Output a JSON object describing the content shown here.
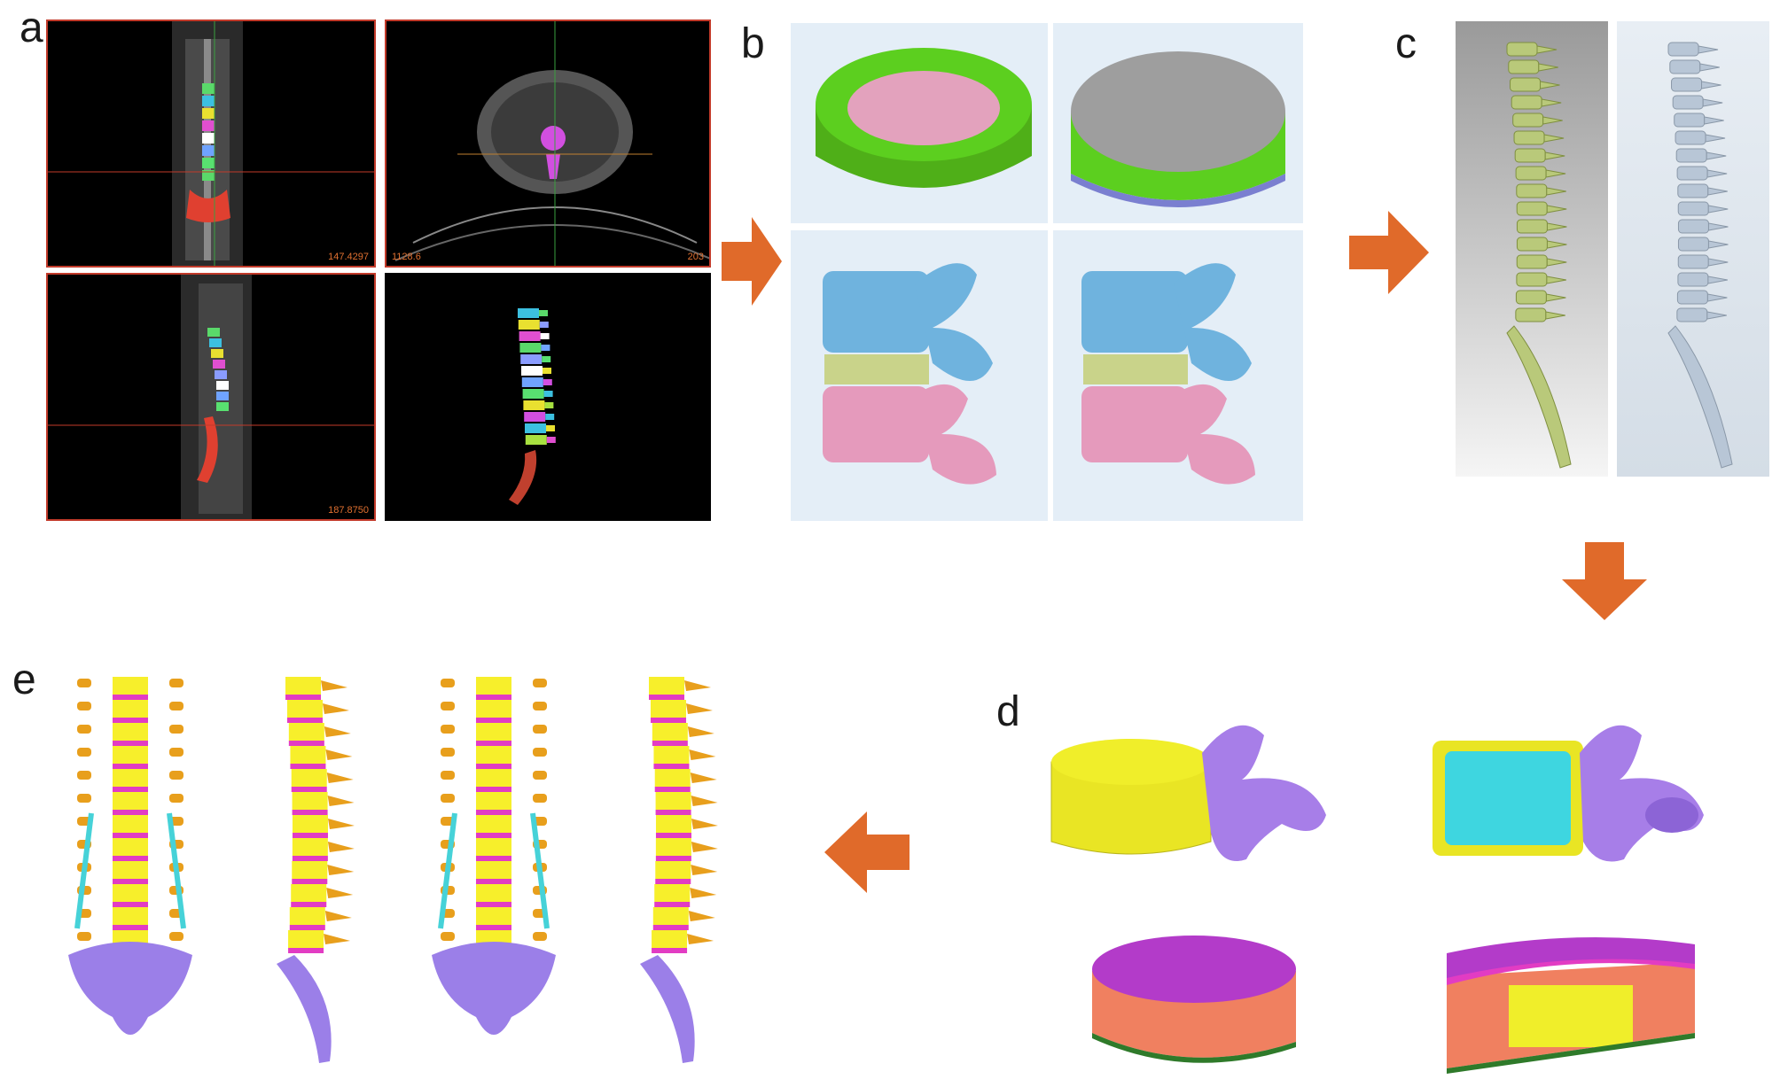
{
  "panels": {
    "a": {
      "label": "a",
      "ct_values": {
        "coronal": "147.4297",
        "axial": "1128.6",
        "axial_right": "203",
        "sagittal": "187.8750"
      }
    },
    "b": {
      "label": "b"
    },
    "c": {
      "label": "c"
    },
    "d": {
      "label": "d"
    },
    "e": {
      "label": "e"
    }
  },
  "colors": {
    "arrow": "#e06a2a",
    "annulus": "#5ccf1f",
    "nucleus": "#e3a2bd",
    "upper_vertebra": "#6fb3de",
    "lower_vertebra": "#e59abc",
    "disc_model": "#c9d38a",
    "endplate": "#7a7fd0",
    "spine_model_c": "#b9c97a",
    "spine_mesh_c": "#b8c6d6",
    "vertebral_body_d": "#f0ee2a",
    "posterior_elements": "#a77ee8",
    "cancellous_bone": "#3ed6e0",
    "disc_top": "#b33bc9",
    "disc_side": "#f08060",
    "vertebral_body_e": "#f7ef2b",
    "processes_e": "#e89f1c",
    "disc_e": "#e23cc3",
    "ligaments": "#46d2d8",
    "sacrum": "#9b7fe8"
  },
  "icons": [
    "flow-arrow-right",
    "flow-arrow-down",
    "flow-arrow-left"
  ]
}
